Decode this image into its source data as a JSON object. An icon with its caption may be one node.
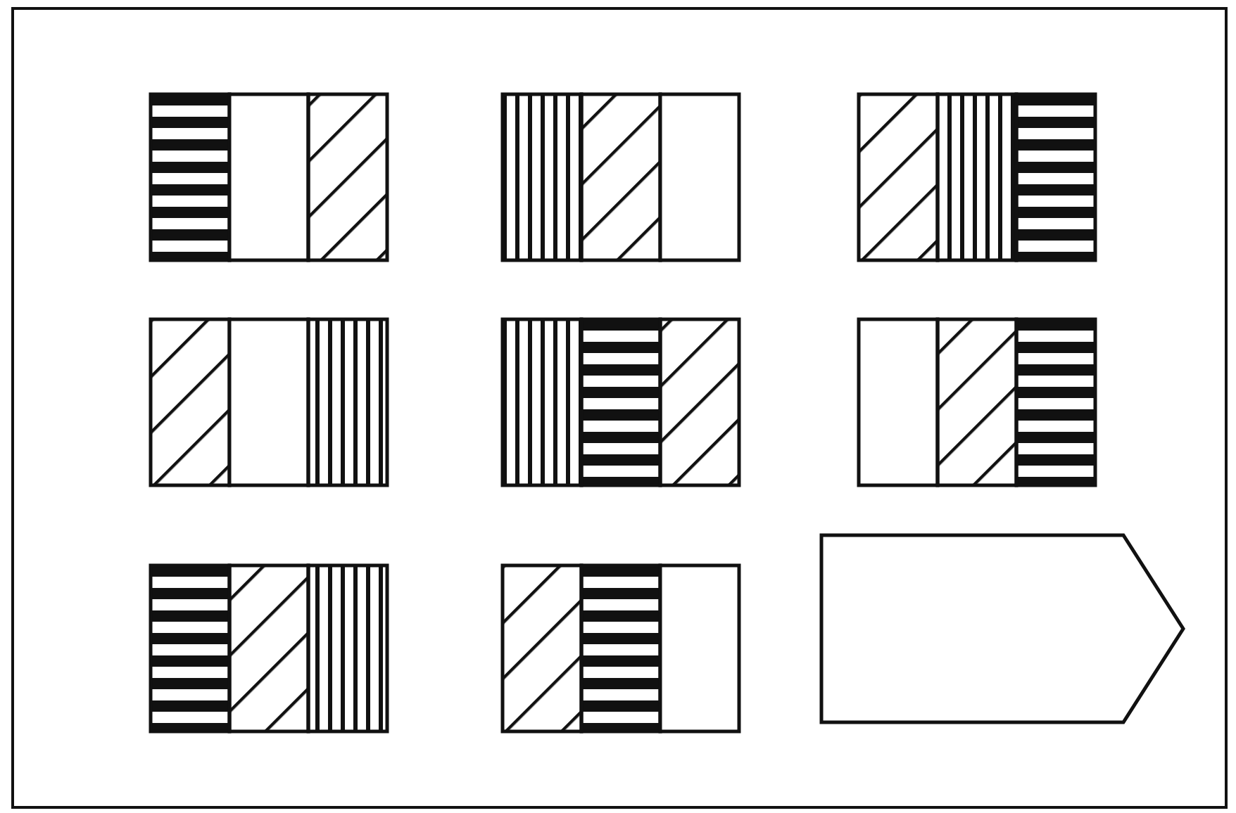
{
  "diagram": {
    "nodes": [
      {
        "text": [],
        "shape": "box"
      },
      {
        "text": [],
        "shape": "box"
      },
      {
        "text": [],
        "shape": "box"
      },
      {
        "text": [],
        "shape": "box"
      },
      {
        "text": [],
        "shape": "box"
      },
      {
        "text": [],
        "shape": "box"
      },
      {
        "text": [],
        "shape": "box"
      },
      {
        "text": [],
        "shape": "box"
      },
      {
        "text": [],
        "shape": "pentagon"
      }
    ]
  }
}
